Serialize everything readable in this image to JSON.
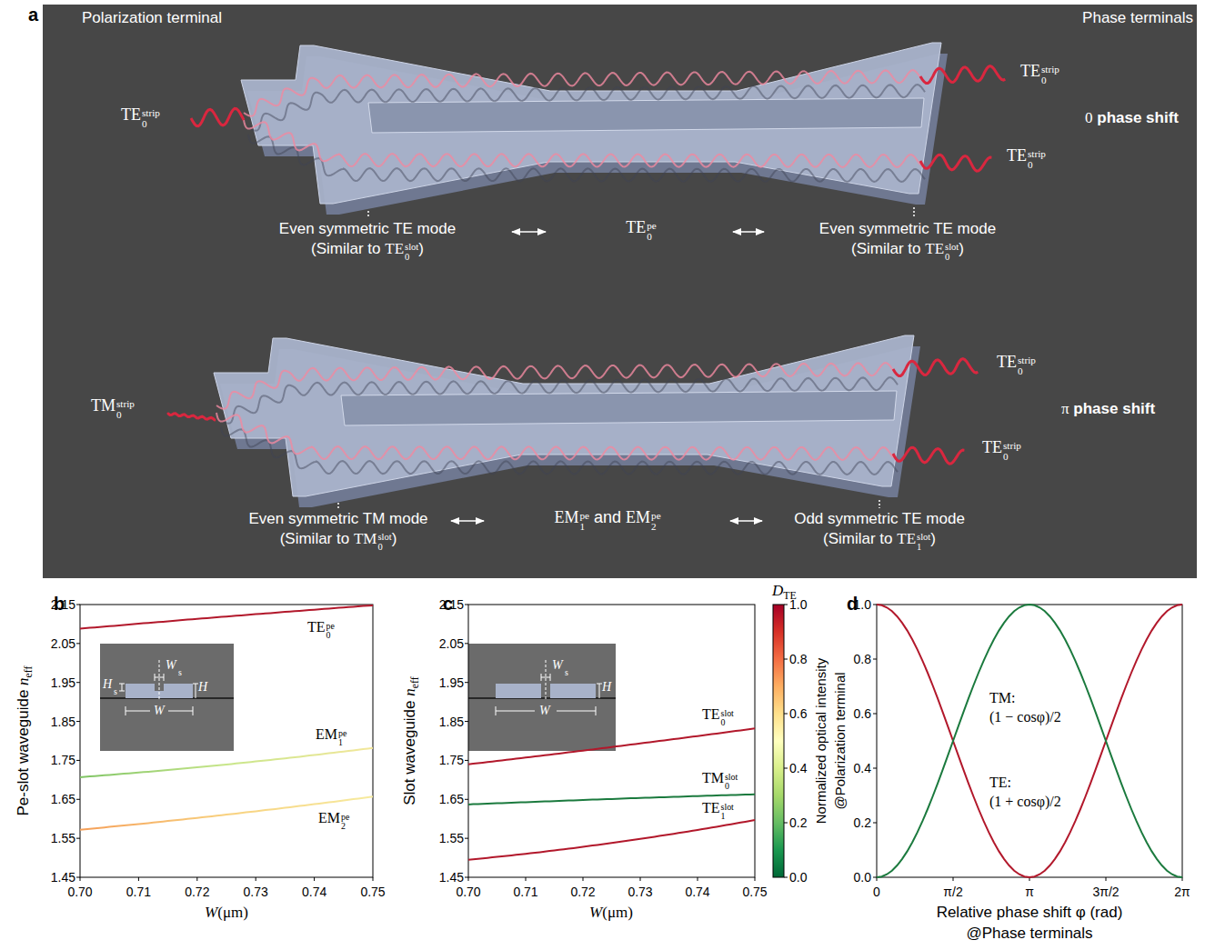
{
  "diagram": {
    "nodes": [
      {
        "text": [
          "Polarization terminal",
          "Phase terminals"
        ]
      },
      {
        "text": [
          "H",
          "s",
          "W",
          "s",
          "H",
          "W"
        ]
      },
      {
        "text": [
          "W",
          "s",
          "H",
          "W"
        ]
      }
    ],
    "labels": [
      "a",
      "TE",
      "0",
      "strip",
      "TE",
      "0",
      "strip",
      "TE",
      "0",
      "strip",
      "0",
      "phase shift",
      "Even symmetric TE mode",
      "(Similar to",
      "TE",
      "0",
      "slot",
      ")",
      "TE",
      "0",
      "pe",
      "Even symmetric TE mode",
      "(Similar to",
      "TE",
      "0",
      "slot",
      ")",
      "TM",
      "0",
      "strip",
      "TE",
      "0",
      "strip",
      "TE",
      "0",
      "strip",
      "π",
      "phase shift",
      "Even symmetric TM mode",
      "(Similar to",
      "TM",
      "0",
      "slot",
      ")",
      "EM",
      "1",
      "pe",
      "and",
      "EM",
      "2",
      "pe",
      "Odd symmetric TE mode",
      "(Similar to",
      "TE",
      "1",
      "slot",
      ")",
      "b",
      "2.15",
      "2.05",
      "1.95",
      "1.85",
      "1.75",
      "1.65",
      "1.55",
      "1.45",
      "0.70",
      "0.71",
      "0.72",
      "0.73",
      "0.74",
      "0.75",
      "Pe-slot waveguide",
      "n",
      "eff",
      "W",
      "(μm)",
      "TE",
      "0",
      "pe",
      "EM",
      "1",
      "pe",
      "EM",
      "2",
      "pe",
      "c",
      "2.15",
      "2.05",
      "1.95",
      "1.85",
      "1.75",
      "1.65",
      "1.55",
      "1.45",
      "0.70",
      "0.71",
      "0.72",
      "0.73",
      "0.74",
      "0.75",
      "Slot waveguide",
      "n",
      "eff",
      "W",
      "(μm)",
      "TE",
      "0",
      "slot",
      "TM",
      "0",
      "slot",
      "TE",
      "1",
      "slot",
      "D",
      "TE",
      "1.0",
      "0.8",
      "0.6",
      "0.4",
      "0.2",
      "0.0",
      "d",
      "1.0",
      "0.8",
      "0.6",
      "0.4",
      "0.2",
      "0.0",
      "0",
      "π/2",
      "π",
      "3π/2",
      "2π",
      "Normalized optical intensity",
      "@Polarization terminal",
      "Relative phase shift φ (rad)",
      "@Phase terminals",
      "TM:",
      "(1 − cosφ)/2",
      "TE:",
      "(1 + cosφ)/2"
    ]
  }
}
